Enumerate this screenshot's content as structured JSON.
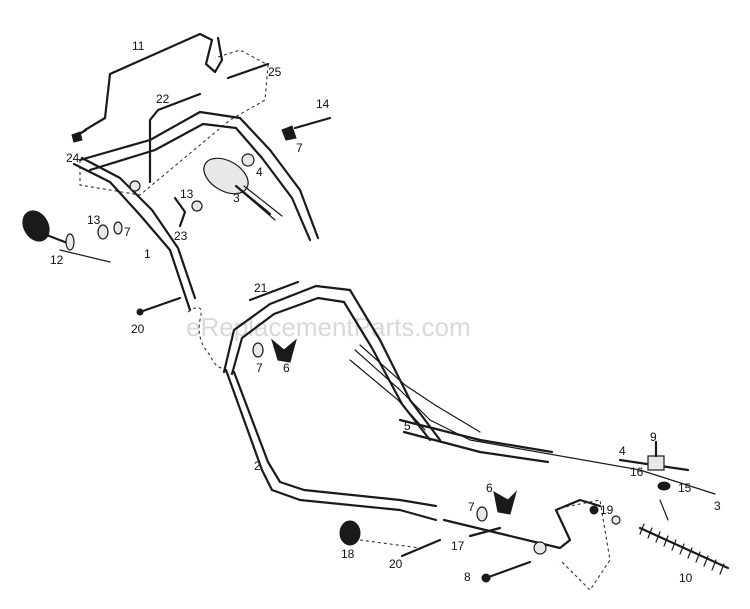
{
  "watermark": "eReplacementParts.com",
  "labels": {
    "l11": "11",
    "l25": "25",
    "l22": "22",
    "l14": "14",
    "l24": "24",
    "l7a": "7",
    "l4a": "4",
    "l13a": "13",
    "l3a": "3",
    "l23": "23",
    "l13b": "13",
    "l7b": "7",
    "l12": "12",
    "l1": "1",
    "l21": "21",
    "l20a": "20",
    "l7c": "7",
    "l6a": "6",
    "l5": "5",
    "l2": "2",
    "l9": "9",
    "l4b": "4",
    "l16": "16",
    "l15": "15",
    "l3b": "3",
    "l6b": "6",
    "l7d": "7",
    "l19": "19",
    "l10": "10",
    "l18": "18",
    "l17": "17",
    "l20b": "20",
    "l8": "8"
  }
}
